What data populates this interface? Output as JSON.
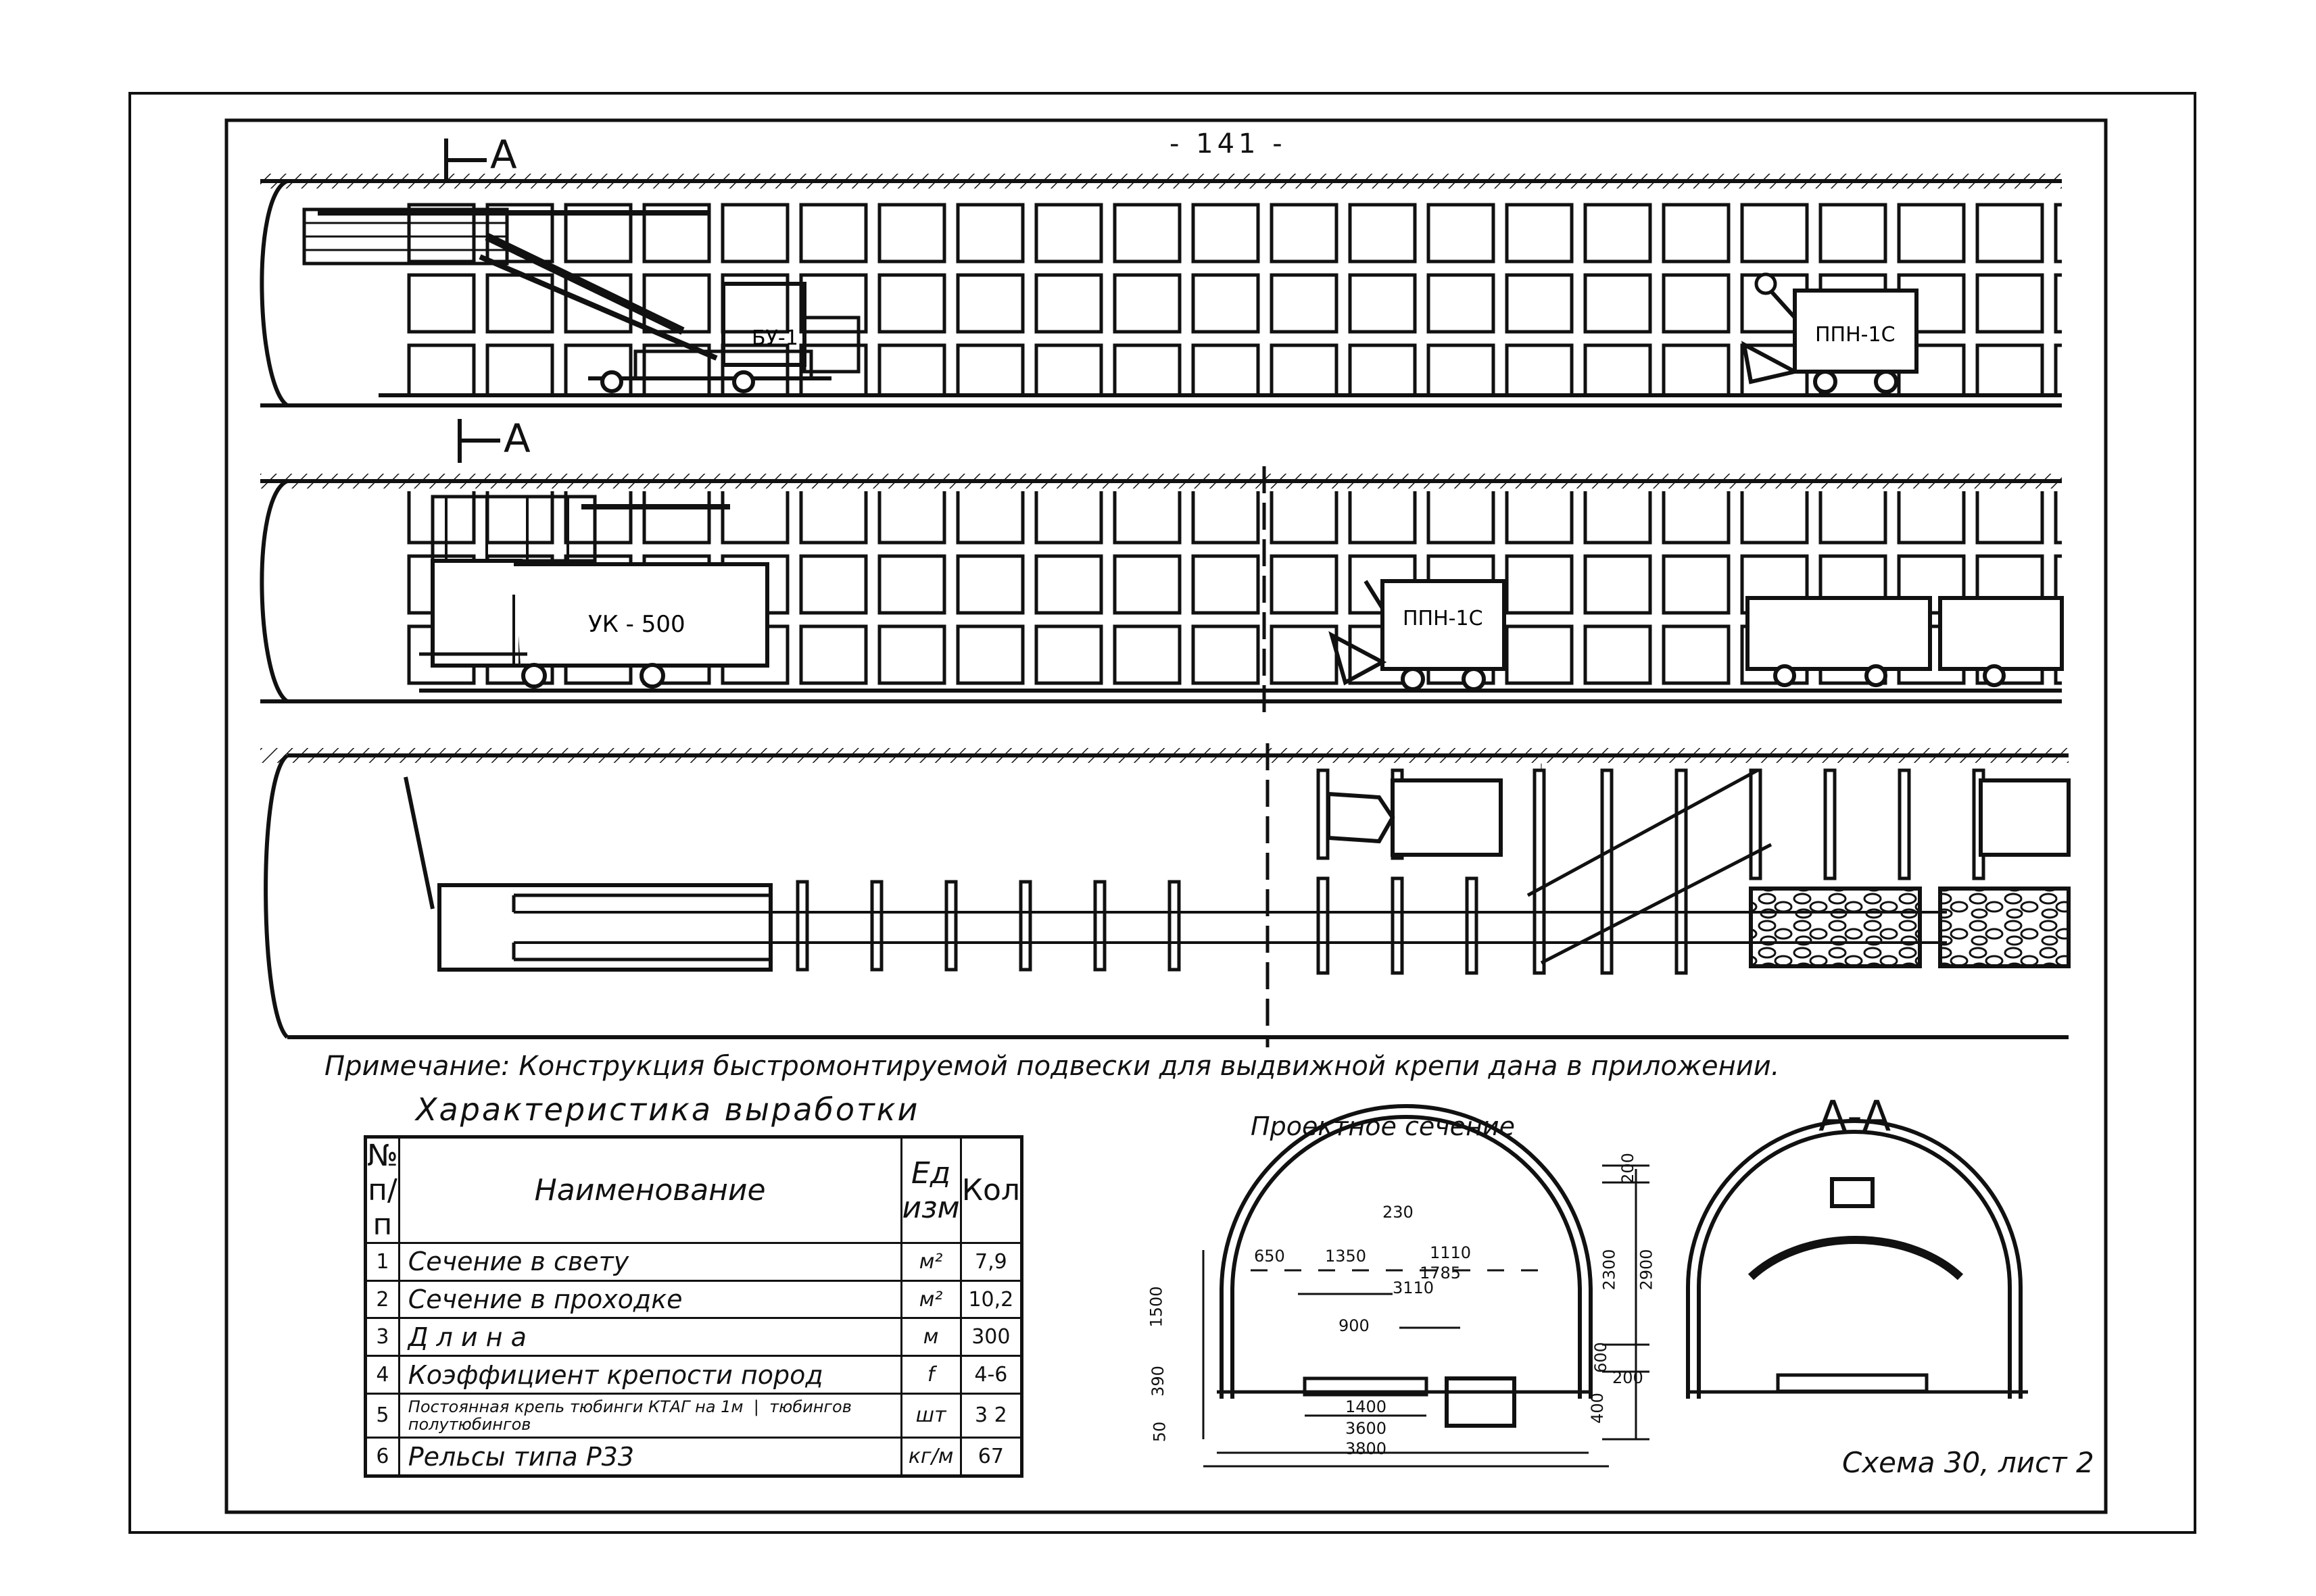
{
  "page_number": "- 141 -",
  "section_mark": "А",
  "equipment": {
    "drill": "БУ-1",
    "loader": "ППН-1С",
    "loader_2": "ППН-1С",
    "combine": "УК - 500"
  },
  "note": "Примечание: Конструкция быстромонтируемой подвески для выдвижной крепи дана в приложении.",
  "table": {
    "title": "Характеристика выработки",
    "headers": {
      "num": "№ п/п",
      "name": "Наименование",
      "unit": "Ед изм",
      "qty": "Кол"
    },
    "rows": [
      {
        "num": "1",
        "name": "Сечение в свету",
        "unit": "м²",
        "qty": "7,9"
      },
      {
        "num": "2",
        "name": "Сечение в проходке",
        "unit": "м²",
        "qty": "10,2"
      },
      {
        "num": "3",
        "name": "Д л и н а",
        "unit": "м",
        "qty": "300"
      },
      {
        "num": "4",
        "name": "Коэффициент крепости пород",
        "unit": "f",
        "qty": "4-6"
      },
      {
        "num": "5",
        "name": "Постоянная крепь тюбинги КТАГ на 1м",
        "name_extra": "тюбингов полутюбингов",
        "unit": "шт",
        "qty": "3 2"
      },
      {
        "num": "6",
        "name": "Рельсы типа Р33",
        "unit": "кг/м",
        "qty": "67"
      }
    ]
  },
  "design_section": {
    "title": "Проектное сечение",
    "dims": {
      "d230": "230",
      "d650": "650",
      "d1350": "1350",
      "d1110": "1110",
      "d1785": "1785",
      "d3110": "3110",
      "d900": "900",
      "d1400": "1400",
      "d3600": "3600",
      "d3800": "3800",
      "d200a": "200",
      "d2300": "2300",
      "d2900": "2900",
      "d600": "600",
      "d200b": "200",
      "d400": "400",
      "d1500": "1500",
      "d390": "390",
      "d50": "50"
    }
  },
  "section_aa": {
    "title": "А-А"
  },
  "schema_label": "Схема 30, лист 2"
}
